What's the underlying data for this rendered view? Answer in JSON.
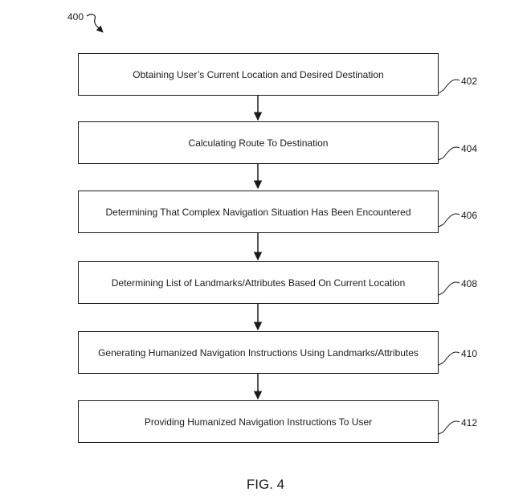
{
  "figure_ref": "400",
  "steps": [
    {
      "number": "402",
      "text": "Obtaining User’s Current Location and Desired Destination"
    },
    {
      "number": "404",
      "text": "Calculating Route To Destination"
    },
    {
      "number": "406",
      "text": "Determining That Complex Navigation Situation Has Been Encountered"
    },
    {
      "number": "408",
      "text": "Determining List of Landmarks/Attributes Based On Current Location"
    },
    {
      "number": "410",
      "text": "Generating Humanized Navigation Instructions Using Landmarks/Attributes"
    },
    {
      "number": "412",
      "text": "Providing Humanized Navigation Instructions To User"
    }
  ],
  "caption": "FIG. 4"
}
